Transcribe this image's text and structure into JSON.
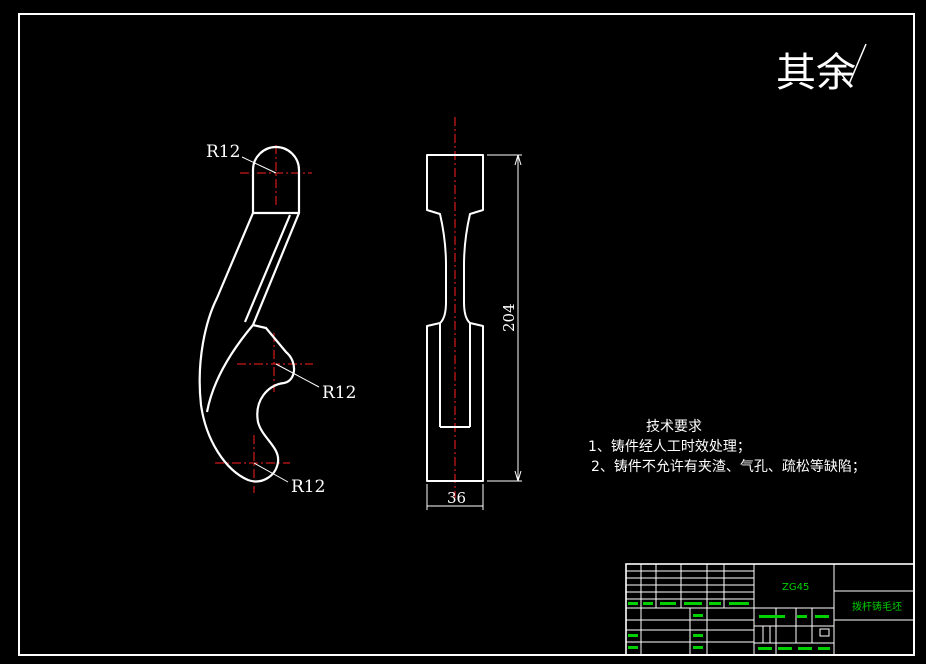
{
  "roughness_note": "其余",
  "dimensions": {
    "radius_top": "R12",
    "radius_middle": "R12",
    "radius_bottom": "R12",
    "height": "204",
    "width": "36"
  },
  "tech_requirements": {
    "title": "技术要求",
    "item1": "1、铸件经人工时效处理；",
    "item2": "2、铸件不允许有夹渣、气孔、疏松等缺陷；"
  },
  "title_block": {
    "material": "ZG45",
    "drawing_name": "拨杆铸毛坯"
  },
  "colors": {
    "background": "#000000",
    "outline": "#ffffff",
    "centerline": "#ff2020",
    "title_block_text": "#00d000"
  }
}
